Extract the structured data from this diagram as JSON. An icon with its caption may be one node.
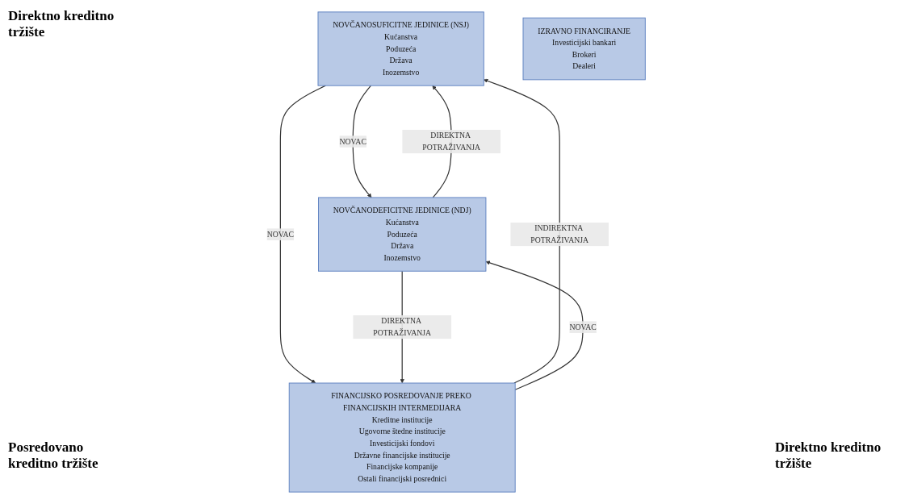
{
  "diagram": {
    "nodes": [
      {
        "text": [
          "NOVČANOSUFICITNE JEDINICE (NSJ)",
          "Kućanstva",
          "Poduzeća",
          "Država",
          "Inozemstvo"
        ]
      },
      {
        "text": [
          "IZRAVNO FINANCIRANJE",
          "Investicijski bankari",
          "Brokeri",
          "Dealeri"
        ]
      },
      {
        "text": [
          "NOVČANODEFICITNE JEDINICE (NDJ)",
          "Kućanstva",
          "Poduzeća",
          "Država",
          "Inozemstvo"
        ]
      },
      {
        "text": [
          "FINANCIJSKO POSREDOVANJE PREKO FINANCIJSKIH INTERMEDIJARA",
          "Kreditne institucije",
          "Ugovorne štedne institucije",
          "Investicijski fondovi",
          "Državne financijske institucije",
          "Financijske kompanije",
          "Ostali financijski posrednici"
        ]
      }
    ],
    "edges": [
      {
        "from": 2,
        "to": 0,
        "arrow": "to",
        "label": "DIREKTNA POTRAŽIVANJA"
      },
      {
        "from": 0,
        "to": 2,
        "arrow": "to",
        "label": "NOVAC"
      },
      {
        "from": 3,
        "to": 0,
        "arrow": "to",
        "label": "INDIREKTNA POTRAŽIVANJA"
      },
      {
        "from": 0,
        "to": 3,
        "arrow": "to",
        "label": "NOVAC"
      },
      {
        "from": 3,
        "to": 2,
        "arrow": "to",
        "label": "NOVAC"
      },
      {
        "from": 2,
        "to": 3,
        "arrow": "to",
        "label": "DIREKTNA POTRAŽIVANJA"
      }
    ],
    "labels": [
      "Direktno kreditno tržište",
      "Posredovano kreditno tržište",
      "Direktno kreditno tržište"
    ]
  }
}
